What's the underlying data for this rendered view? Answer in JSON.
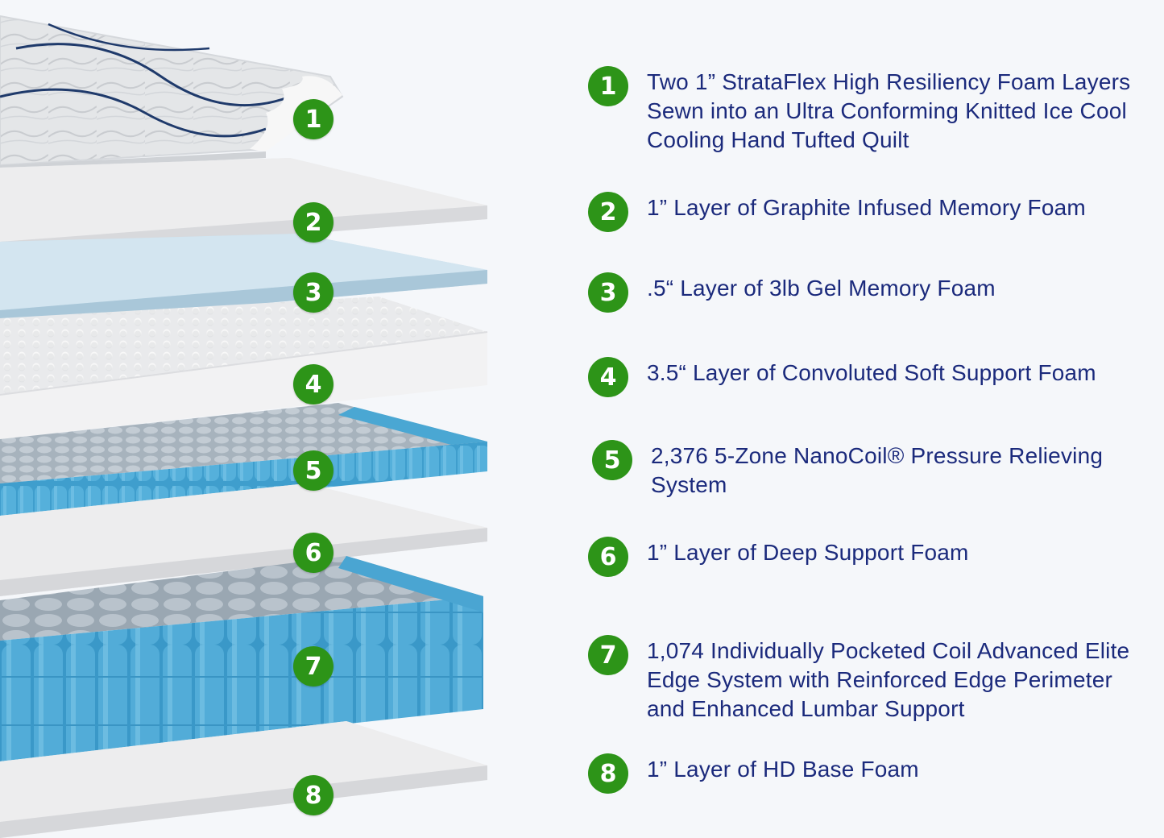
{
  "colors": {
    "badge_green": "#2d9418",
    "text_navy": "#1b2a7c",
    "coil_blue": "#3c9ccb",
    "gel_blue": "#cfe3ef",
    "background": "#f5f7fa"
  },
  "diagram_labels": [
    "1",
    "2",
    "3",
    "4",
    "5",
    "6",
    "7",
    "8"
  ],
  "legend": [
    {
      "number": "1",
      "text": "Two 1” StrataFlex High Resiliency Foam Layers Sewn into an Ultra Conforming Knitted Ice Cool Cooling Hand Tufted Quilt"
    },
    {
      "number": "2",
      "text": "1” Layer of Graphite Infused Memory Foam"
    },
    {
      "number": "3",
      "text": ".5“ Layer of 3lb Gel Memory Foam"
    },
    {
      "number": "4",
      "text": "3.5“ Layer of Convoluted Soft Support Foam"
    },
    {
      "number": "5",
      "text": "2,376 5-Zone NanoCoil® Pressure Relieving System"
    },
    {
      "number": "6",
      "text": "1” Layer of Deep Support Foam"
    },
    {
      "number": "7",
      "text": "1,074 Individually Pocketed Coil Advanced Elite Edge System with Reinforced Edge Perimeter and Enhanced Lumbar Support"
    },
    {
      "number": "8",
      "text": "1” Layer of HD Base Foam"
    }
  ]
}
